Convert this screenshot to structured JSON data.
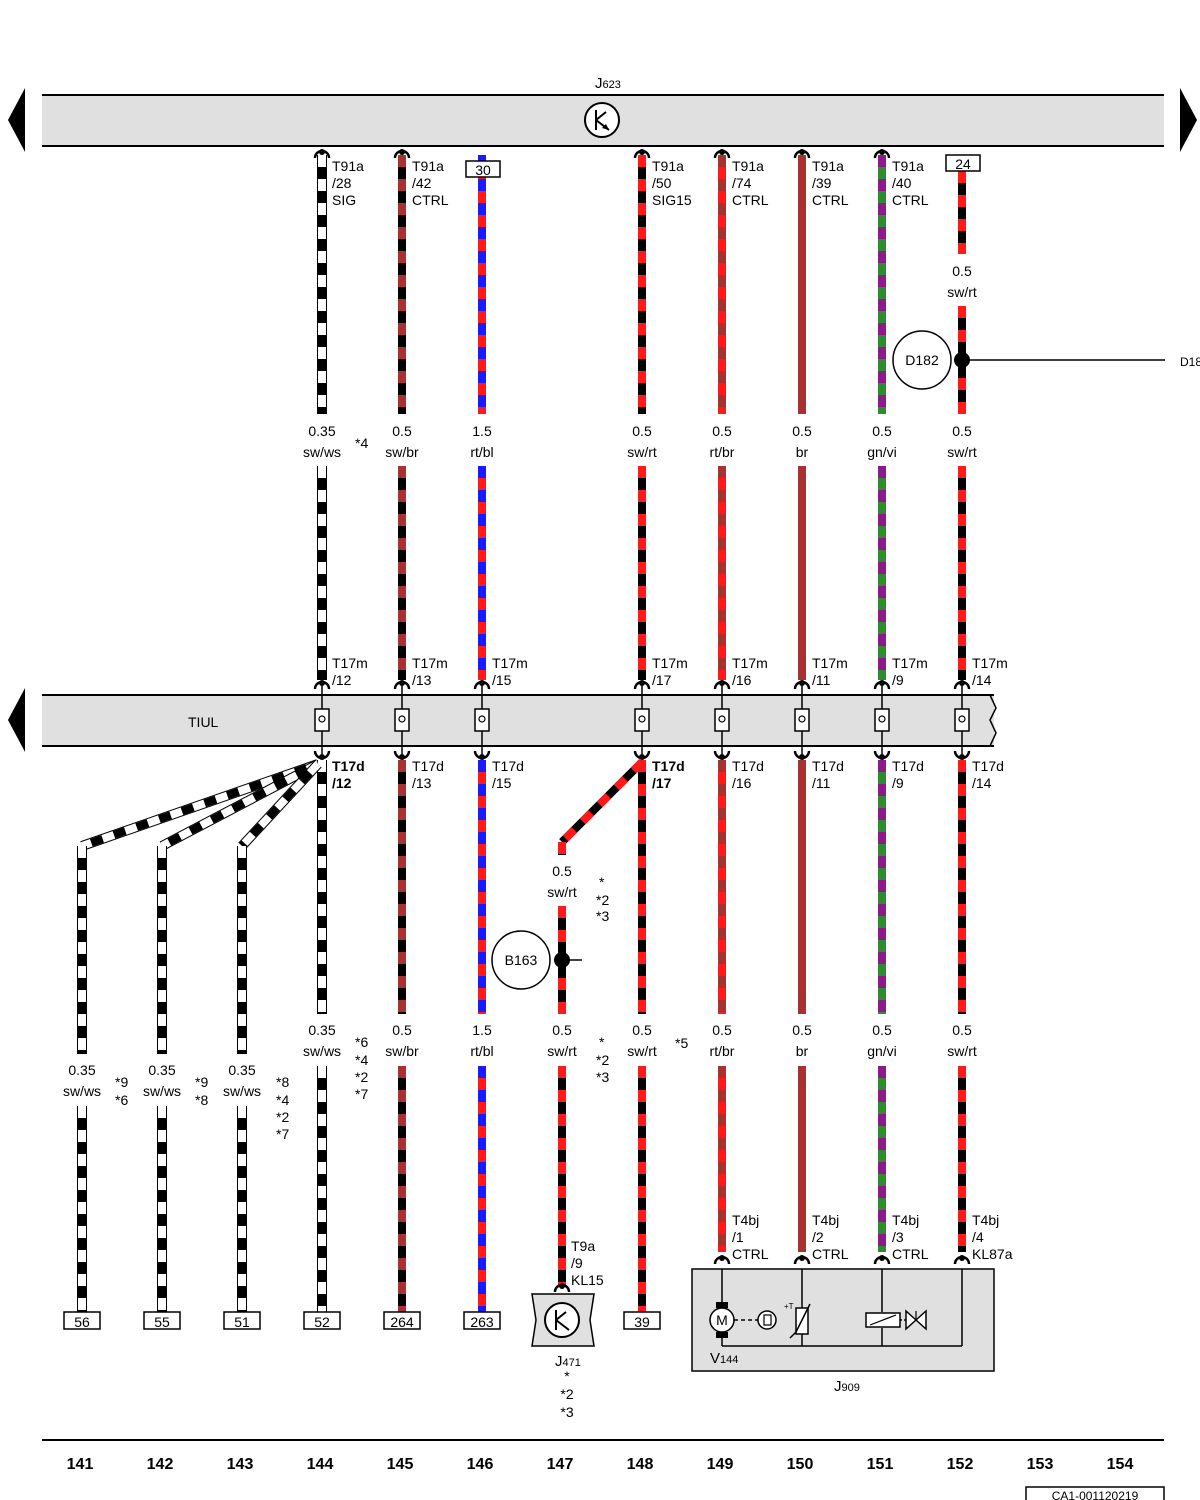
{
  "top_bar": {
    "component": "J623",
    "component_main": "J",
    "component_sub": "623"
  },
  "tiul_bar": {
    "label": "TIUL"
  },
  "columns": [
    "141",
    "142",
    "143",
    "144",
    "145",
    "146",
    "147",
    "148",
    "149",
    "150",
    "151",
    "152",
    "153",
    "154"
  ],
  "colors": {
    "sw": "#000000",
    "ws": "#ffffff",
    "rt": "#ff1a1a",
    "bl": "#1a1aff",
    "br": "#a83232",
    "gn": "#2e8b2e",
    "vi": "#8b1a8b"
  },
  "top_wires": [
    {
      "id": "144",
      "pin": [
        "T91a",
        "/28",
        "SIG"
      ],
      "gauge": "0.35",
      "color": "sw/ws",
      "note": "*4"
    },
    {
      "id": "145",
      "pin": [
        "T91a",
        "/42",
        "CTRL"
      ],
      "gauge": "0.5",
      "color": "sw/br",
      "note": ""
    },
    {
      "id": "146",
      "box": "30",
      "gauge": "1.5",
      "color": "rt/bl",
      "note": ""
    },
    {
      "id": "148",
      "pin": [
        "T91a",
        "/50",
        "SIG15"
      ],
      "gauge": "0.5",
      "color": "sw/rt",
      "note": ""
    },
    {
      "id": "149",
      "pin": [
        "T91a",
        "/74",
        "CTRL"
      ],
      "gauge": "0.5",
      "color": "rt/br",
      "note": ""
    },
    {
      "id": "150",
      "pin": [
        "T91a",
        "/39",
        "CTRL"
      ],
      "gauge": "0.5",
      "color": "br",
      "note": ""
    },
    {
      "id": "151",
      "pin": [
        "T91a",
        "/40",
        "CTRL"
      ],
      "gauge": "0.5",
      "color": "gn/vi",
      "note": ""
    },
    {
      "id": "152",
      "box": "24",
      "gauge": "0.5",
      "color": "sw/rt",
      "note": "",
      "extra_gauge": "0.5",
      "extra_color": "sw/rt"
    }
  ],
  "t17m": [
    {
      "id": "144",
      "pin": [
        "T17m",
        "/12"
      ]
    },
    {
      "id": "145",
      "pin": [
        "T17m",
        "/13"
      ]
    },
    {
      "id": "146",
      "pin": [
        "T17m",
        "/15"
      ]
    },
    {
      "id": "148",
      "pin": [
        "T17m",
        "/17"
      ]
    },
    {
      "id": "149",
      "pin": [
        "T17m",
        "/16"
      ]
    },
    {
      "id": "150",
      "pin": [
        "T17m",
        "/11"
      ]
    },
    {
      "id": "151",
      "pin": [
        "T17m",
        "/9"
      ]
    },
    {
      "id": "152",
      "pin": [
        "T17m",
        "/14"
      ]
    }
  ],
  "t17d": [
    {
      "id": "144",
      "pin": [
        "T17d",
        "/12"
      ]
    },
    {
      "id": "145",
      "pin": [
        "T17d",
        "/13"
      ]
    },
    {
      "id": "146",
      "pin": [
        "T17d",
        "/15"
      ]
    },
    {
      "id": "148",
      "pin": [
        "T17d",
        "/17"
      ]
    },
    {
      "id": "149",
      "pin": [
        "T17d",
        "/16"
      ]
    },
    {
      "id": "150",
      "pin": [
        "T17d",
        "/11"
      ]
    },
    {
      "id": "151",
      "pin": [
        "T17d",
        "/9"
      ]
    },
    {
      "id": "152",
      "pin": [
        "T17d",
        "/14"
      ]
    }
  ],
  "bottom_wires": [
    {
      "id": "141",
      "gauge": "0.35",
      "color": "sw/ws",
      "notes": [
        "*9",
        "*6"
      ],
      "box": "56"
    },
    {
      "id": "142",
      "gauge": "0.35",
      "color": "sw/ws",
      "notes": [
        "*9",
        "*8"
      ],
      "box": "55"
    },
    {
      "id": "143",
      "gauge": "0.35",
      "color": "sw/ws",
      "notes": [
        "*8",
        "*4",
        "*2",
        "*7"
      ],
      "box": "51"
    },
    {
      "id": "144",
      "gauge": "0.35",
      "color": "sw/ws",
      "notes": [
        "*6",
        "*4",
        "*2",
        "*7"
      ],
      "box": "52"
    },
    {
      "id": "145",
      "gauge": "0.5",
      "color": "sw/br",
      "notes": [],
      "box": "264"
    },
    {
      "id": "146",
      "gauge": "1.5",
      "color": "rt/bl",
      "notes": [],
      "box": "263"
    },
    {
      "id": "147",
      "gauge": "0.5",
      "color": "sw/rt",
      "notes": [
        "*",
        "*2",
        "*3"
      ],
      "box": ""
    },
    {
      "id": "148",
      "gauge": "0.5",
      "color": "sw/rt",
      "notes": [
        "*5"
      ],
      "box": "39"
    },
    {
      "id": "149",
      "gauge": "0.5",
      "color": "rt/br",
      "notes": [],
      "box": ""
    },
    {
      "id": "150",
      "gauge": "0.5",
      "color": "br",
      "notes": [],
      "box": ""
    },
    {
      "id": "151",
      "gauge": "0.5",
      "color": "gn/vi",
      "notes": [],
      "box": ""
    },
    {
      "id": "152",
      "gauge": "0.5",
      "color": "sw/rt",
      "notes": [],
      "box": ""
    }
  ],
  "wire_147_upper": {
    "gauge": "0.5",
    "color": "sw/rt",
    "notes": [
      "*",
      "*2",
      "*3"
    ]
  },
  "splices": {
    "d182": "D182",
    "d182_ref": "D18",
    "b163": "B163"
  },
  "j471": {
    "main": "J",
    "sub": "471",
    "pin": [
      "T9a",
      "/9",
      "KL15"
    ],
    "notes": [
      "*",
      "*2",
      "*3"
    ]
  },
  "j909": {
    "main": "J",
    "sub": "909",
    "motor": "V144",
    "motor_main": "V",
    "motor_sub": "144",
    "motor_letter": "M",
    "temp_label": "+T",
    "pins": [
      [
        "T4bj",
        "/1",
        "CTRL"
      ],
      [
        "T4bj",
        "/2",
        "CTRL"
      ],
      [
        "T4bj",
        "/3",
        "CTRL"
      ],
      [
        "T4bj",
        "/4",
        "KL87a"
      ]
    ]
  },
  "doc_id": "CA1-001120219"
}
